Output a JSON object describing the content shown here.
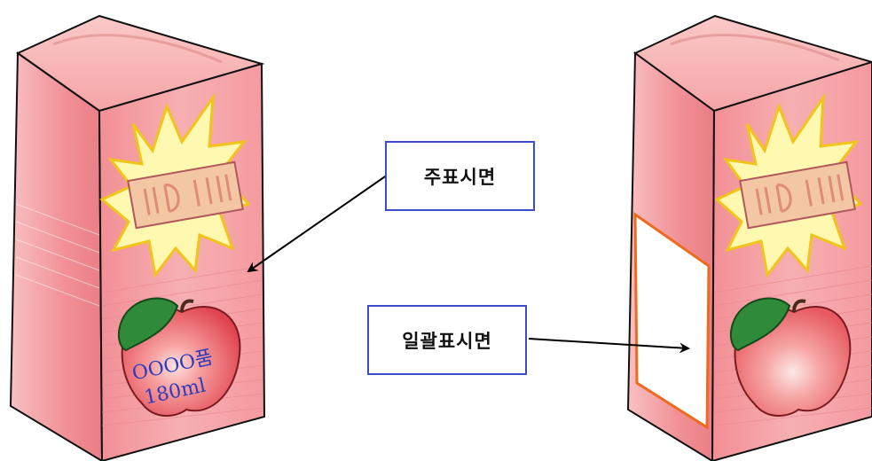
{
  "labels": {
    "principal_display_surface": "주표시면",
    "information_display_surface": "일괄표시면"
  },
  "apple_text": {
    "product_name": "OOOO품",
    "volume": "180ml"
  },
  "colors": {
    "carton_pink": "#f4a0a4",
    "carton_top": "#f9b7b6",
    "burst_yellow": "#fff7a0",
    "label_box_border": "#3b4ec9",
    "info_panel_border": "#ee6a1c",
    "apple_red": "#ef5b62",
    "leaf_green": "#2f8a3a",
    "apple_text_color": "#2b3bbd"
  }
}
